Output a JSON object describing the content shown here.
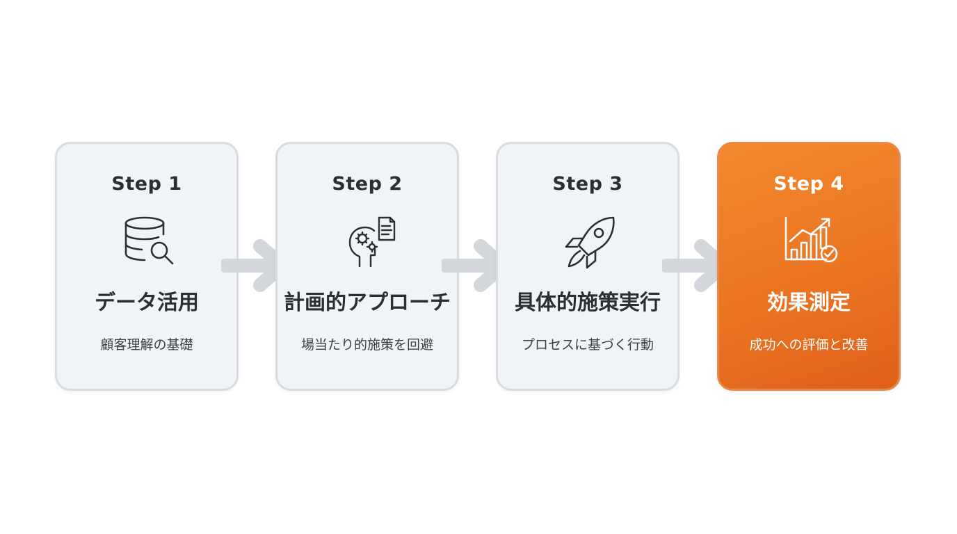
{
  "steps": [
    {
      "step_label": "Step 1",
      "title": "データ活用",
      "subtitle": "顧客理解の基礎",
      "icon": "database-search-icon"
    },
    {
      "step_label": "Step 2",
      "title": "計画的アプローチ",
      "subtitle": "場当たり的施策を回避",
      "icon": "head-gears-document-icon"
    },
    {
      "step_label": "Step 3",
      "title": "具体的施策実行",
      "subtitle": "プロセスに基づく行動",
      "icon": "rocket-icon"
    },
    {
      "step_label": "Step 4",
      "title": "効果測定",
      "subtitle": "成功への評価と改善",
      "icon": "growth-chart-check-icon"
    }
  ],
  "colors": {
    "card_background": "#f1f4f7",
    "card_border": "#d6dce2",
    "accent": "#ec7622",
    "arrow": "#d3d7db",
    "text": "#2b2f33"
  }
}
